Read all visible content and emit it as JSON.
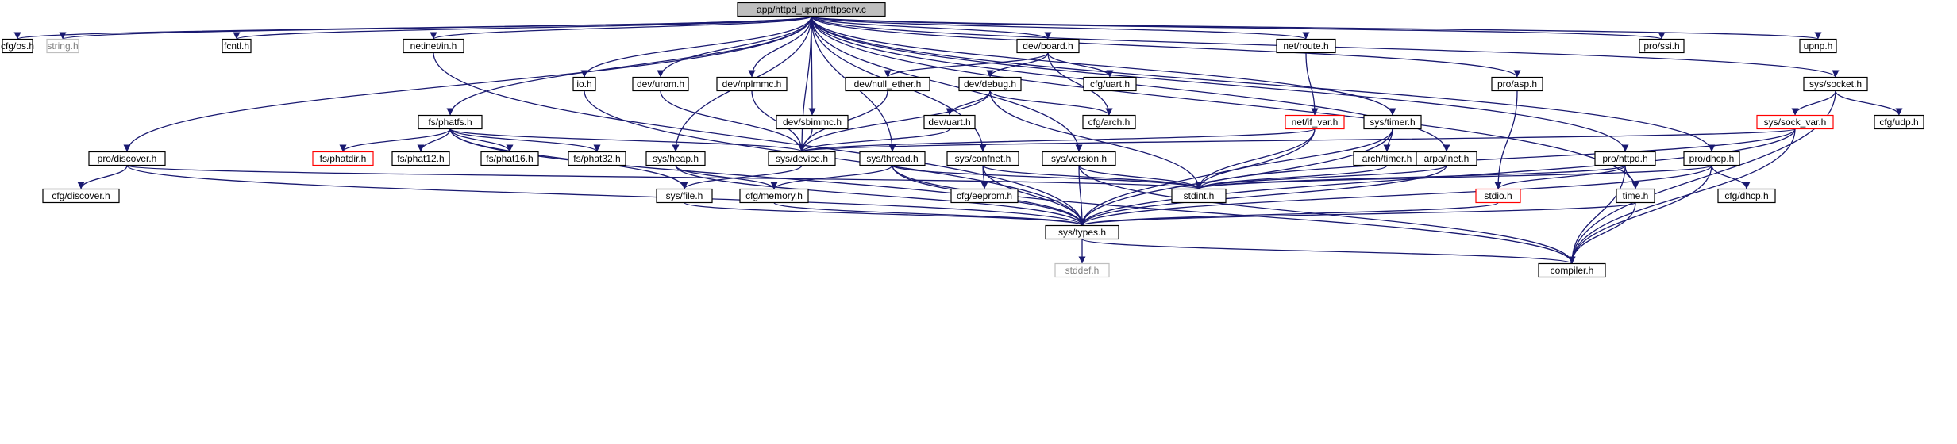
{
  "diagram": {
    "kind": "doxygen-include-graph",
    "colors": {
      "edge": "#191970",
      "root_fill": "#bfbfbf",
      "normal_border": "#000000",
      "red_border": "#ff0000",
      "gray_border": "#bfbfbf",
      "gray_text": "#808080"
    },
    "nodes": [
      {
        "id": "root",
        "label": "app/httpd_upnp/httpserv.c",
        "style": "root"
      },
      {
        "id": "cfg_os",
        "label": "cfg/os.h",
        "style": "normal"
      },
      {
        "id": "string",
        "label": "string.h",
        "style": "gray"
      },
      {
        "id": "fcntl",
        "label": "fcntl.h",
        "style": "normal"
      },
      {
        "id": "netinet_in",
        "label": "netinet/in.h",
        "style": "normal"
      },
      {
        "id": "dev_board",
        "label": "dev/board.h",
        "style": "normal"
      },
      {
        "id": "net_route",
        "label": "net/route.h",
        "style": "normal"
      },
      {
        "id": "pro_ssi",
        "label": "pro/ssi.h",
        "style": "normal"
      },
      {
        "id": "upnp",
        "label": "upnp.h",
        "style": "normal"
      },
      {
        "id": "io",
        "label": "io.h",
        "style": "normal"
      },
      {
        "id": "dev_urom",
        "label": "dev/urom.h",
        "style": "normal"
      },
      {
        "id": "dev_nplmmc",
        "label": "dev/nplmmc.h",
        "style": "normal"
      },
      {
        "id": "dev_null_ether",
        "label": "dev/null_ether.h",
        "style": "normal"
      },
      {
        "id": "dev_debug",
        "label": "dev/debug.h",
        "style": "normal"
      },
      {
        "id": "cfg_uart",
        "label": "cfg/uart.h",
        "style": "normal"
      },
      {
        "id": "pro_asp",
        "label": "pro/asp.h",
        "style": "normal"
      },
      {
        "id": "sys_socket",
        "label": "sys/socket.h",
        "style": "normal"
      },
      {
        "id": "dev_sbimmc",
        "label": "dev/sbimmc.h",
        "style": "normal"
      },
      {
        "id": "dev_uart",
        "label": "dev/uart.h",
        "style": "normal"
      },
      {
        "id": "cfg_arch",
        "label": "cfg/arch.h",
        "style": "normal"
      },
      {
        "id": "net_if_var",
        "label": "net/if_var.h",
        "style": "red"
      },
      {
        "id": "sys_timer",
        "label": "sys/timer.h",
        "style": "normal"
      },
      {
        "id": "sys_sock_var",
        "label": "sys/sock_var.h",
        "style": "red"
      },
      {
        "id": "cfg_udp",
        "label": "cfg/udp.h",
        "style": "normal"
      },
      {
        "id": "fs_phatfs",
        "label": "fs/phatfs.h",
        "style": "normal"
      },
      {
        "id": "fs_phatdir",
        "label": "fs/phatdir.h",
        "style": "red"
      },
      {
        "id": "fs_phat12",
        "label": "fs/phat12.h",
        "style": "normal"
      },
      {
        "id": "fs_phat16",
        "label": "fs/phat16.h",
        "style": "normal"
      },
      {
        "id": "fs_phat32",
        "label": "fs/phat32.h",
        "style": "normal"
      },
      {
        "id": "pro_discover",
        "label": "pro/discover.h",
        "style": "normal"
      },
      {
        "id": "sys_heap",
        "label": "sys/heap.h",
        "style": "normal"
      },
      {
        "id": "sys_device",
        "label": "sys/device.h",
        "style": "normal"
      },
      {
        "id": "sys_thread",
        "label": "sys/thread.h",
        "style": "normal"
      },
      {
        "id": "sys_confnet",
        "label": "sys/confnet.h",
        "style": "normal"
      },
      {
        "id": "sys_version",
        "label": "sys/version.h",
        "style": "normal"
      },
      {
        "id": "arch_timer",
        "label": "arch/timer.h",
        "style": "normal"
      },
      {
        "id": "arpa_inet",
        "label": "arpa/inet.h",
        "style": "normal"
      },
      {
        "id": "pro_httpd",
        "label": "pro/httpd.h",
        "style": "normal"
      },
      {
        "id": "pro_dhcp",
        "label": "pro/dhcp.h",
        "style": "normal"
      },
      {
        "id": "cfg_discover",
        "label": "cfg/discover.h",
        "style": "normal"
      },
      {
        "id": "sys_file",
        "label": "sys/file.h",
        "style": "normal"
      },
      {
        "id": "cfg_memory",
        "label": "cfg/memory.h",
        "style": "normal"
      },
      {
        "id": "cfg_eeprom",
        "label": "cfg/eeprom.h",
        "style": "normal"
      },
      {
        "id": "stdint",
        "label": "stdint.h",
        "style": "normal"
      },
      {
        "id": "stdio",
        "label": "stdio.h",
        "style": "red"
      },
      {
        "id": "time",
        "label": "time.h",
        "style": "normal"
      },
      {
        "id": "cfg_dhcp",
        "label": "cfg/dhcp.h",
        "style": "normal"
      },
      {
        "id": "sys_types",
        "label": "sys/types.h",
        "style": "normal"
      },
      {
        "id": "stddef",
        "label": "stddef.h",
        "style": "gray"
      },
      {
        "id": "compiler",
        "label": "compiler.h",
        "style": "normal"
      }
    ],
    "edges": [
      [
        "root",
        "cfg_os"
      ],
      [
        "root",
        "string"
      ],
      [
        "root",
        "fcntl"
      ],
      [
        "root",
        "netinet_in"
      ],
      [
        "root",
        "dev_board"
      ],
      [
        "root",
        "net_route"
      ],
      [
        "root",
        "pro_ssi"
      ],
      [
        "root",
        "upnp"
      ],
      [
        "root",
        "io"
      ],
      [
        "root",
        "dev_urom"
      ],
      [
        "root",
        "dev_nplmmc"
      ],
      [
        "root",
        "dev_sbimmc"
      ],
      [
        "root",
        "fs_phatfs"
      ],
      [
        "root",
        "pro_discover"
      ],
      [
        "root",
        "sys_heap"
      ],
      [
        "root",
        "sys_device"
      ],
      [
        "root",
        "sys_thread"
      ],
      [
        "root",
        "sys_confnet"
      ],
      [
        "root",
        "sys_version"
      ],
      [
        "root",
        "sys_timer"
      ],
      [
        "root",
        "arpa_inet"
      ],
      [
        "root",
        "pro_asp"
      ],
      [
        "root",
        "pro_httpd"
      ],
      [
        "root",
        "pro_dhcp"
      ],
      [
        "root",
        "time"
      ],
      [
        "root",
        "sys_socket"
      ],
      [
        "dev_board",
        "dev_null_ether"
      ],
      [
        "dev_board",
        "dev_debug"
      ],
      [
        "dev_board",
        "cfg_uart"
      ],
      [
        "dev_board",
        "cfg_arch"
      ],
      [
        "dev_debug",
        "dev_uart"
      ],
      [
        "dev_debug",
        "cfg_arch"
      ],
      [
        "dev_debug",
        "sys_device"
      ],
      [
        "dev_debug",
        "stdint"
      ],
      [
        "dev_uart",
        "sys_device"
      ],
      [
        "dev_null_ether",
        "sys_device"
      ],
      [
        "dev_urom",
        "sys_device"
      ],
      [
        "dev_nplmmc",
        "sys_device"
      ],
      [
        "dev_sbimmc",
        "sys_device"
      ],
      [
        "net_route",
        "net_if_var"
      ],
      [
        "net_if_var",
        "sys_device"
      ],
      [
        "net_if_var",
        "stdint"
      ],
      [
        "net_if_var",
        "sys_types"
      ],
      [
        "sys_timer",
        "arch_timer"
      ],
      [
        "sys_timer",
        "stdint"
      ],
      [
        "sys_timer",
        "sys_types"
      ],
      [
        "arch_timer",
        "stdint"
      ],
      [
        "sys_socket",
        "sys_sock_var"
      ],
      [
        "sys_socket",
        "cfg_udp"
      ],
      [
        "sys_socket",
        "compiler"
      ],
      [
        "sys_sock_var",
        "sys_device"
      ],
      [
        "sys_sock_var",
        "stdint"
      ],
      [
        "sys_sock_var",
        "sys_types"
      ],
      [
        "sys_sock_var",
        "compiler"
      ],
      [
        "fs_phatfs",
        "fs_phatdir"
      ],
      [
        "fs_phatfs",
        "fs_phat12"
      ],
      [
        "fs_phatfs",
        "fs_phat16"
      ],
      [
        "fs_phatfs",
        "fs_phat32"
      ],
      [
        "fs_phatfs",
        "sys_device"
      ],
      [
        "fs_phatfs",
        "sys_file"
      ],
      [
        "fs_phatfs",
        "sys_types"
      ],
      [
        "pro_discover",
        "cfg_discover"
      ],
      [
        "pro_discover",
        "stdint"
      ],
      [
        "pro_discover",
        "sys_types"
      ],
      [
        "sys_heap",
        "cfg_memory"
      ],
      [
        "sys_heap",
        "sys_types"
      ],
      [
        "sys_device",
        "sys_file"
      ],
      [
        "sys_thread",
        "cfg_memory"
      ],
      [
        "sys_thread",
        "stdint"
      ],
      [
        "sys_thread",
        "sys_types"
      ],
      [
        "sys_thread",
        "compiler"
      ],
      [
        "sys_confnet",
        "cfg_eeprom"
      ],
      [
        "sys_confnet",
        "stdint"
      ],
      [
        "sys_confnet",
        "sys_types"
      ],
      [
        "sys_version",
        "stdint"
      ],
      [
        "sys_version",
        "sys_types"
      ],
      [
        "sys_version",
        "compiler"
      ],
      [
        "arpa_inet",
        "stdint"
      ],
      [
        "arpa_inet",
        "sys_types"
      ],
      [
        "pro_httpd",
        "stdint"
      ],
      [
        "pro_httpd",
        "stdio"
      ],
      [
        "pro_httpd",
        "time"
      ],
      [
        "pro_httpd",
        "compiler"
      ],
      [
        "pro_dhcp",
        "cfg_dhcp"
      ],
      [
        "pro_dhcp",
        "stdint"
      ],
      [
        "pro_dhcp",
        "sys_types"
      ],
      [
        "pro_dhcp",
        "compiler"
      ],
      [
        "stdio",
        "sys_types"
      ],
      [
        "time",
        "sys_types"
      ],
      [
        "time",
        "compiler"
      ],
      [
        "sys_file",
        "sys_types"
      ],
      [
        "cfg_memory",
        "sys_types"
      ],
      [
        "sys_types",
        "stddef"
      ],
      [
        "sys_types",
        "compiler"
      ],
      [
        "netinet_in",
        "sys_types"
      ],
      [
        "io",
        "sys_types"
      ],
      [
        "pro_asp",
        "stdio"
      ]
    ]
  }
}
